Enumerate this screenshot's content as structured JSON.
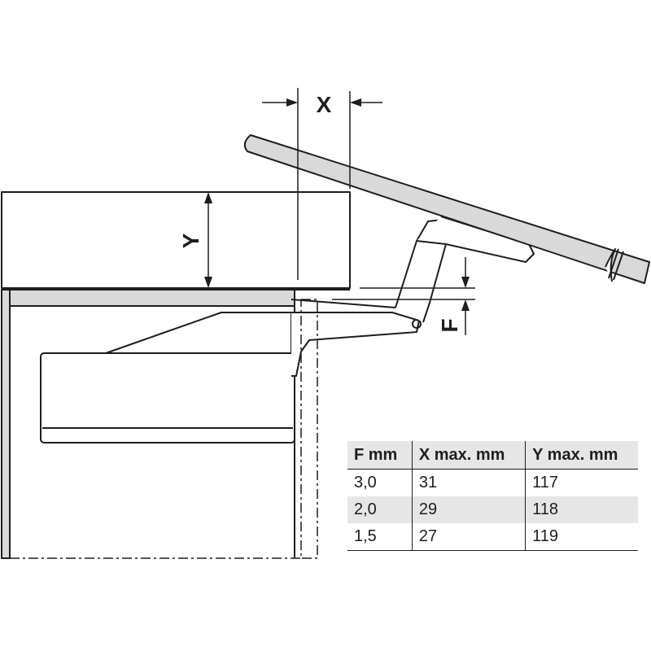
{
  "labels": {
    "x": "X",
    "y": "Y",
    "f": "F"
  },
  "table": {
    "headers": [
      "F mm",
      "X max. mm",
      "Y max. mm"
    ],
    "rows": [
      [
        "3,0",
        "31",
        "117"
      ],
      [
        "2,0",
        "29",
        "118"
      ],
      [
        "1,5",
        "27",
        "119"
      ]
    ]
  },
  "colors": {
    "line": "#1e1e1e",
    "panel": "#d9d9d9",
    "table_shade": "#e6e6e6"
  }
}
